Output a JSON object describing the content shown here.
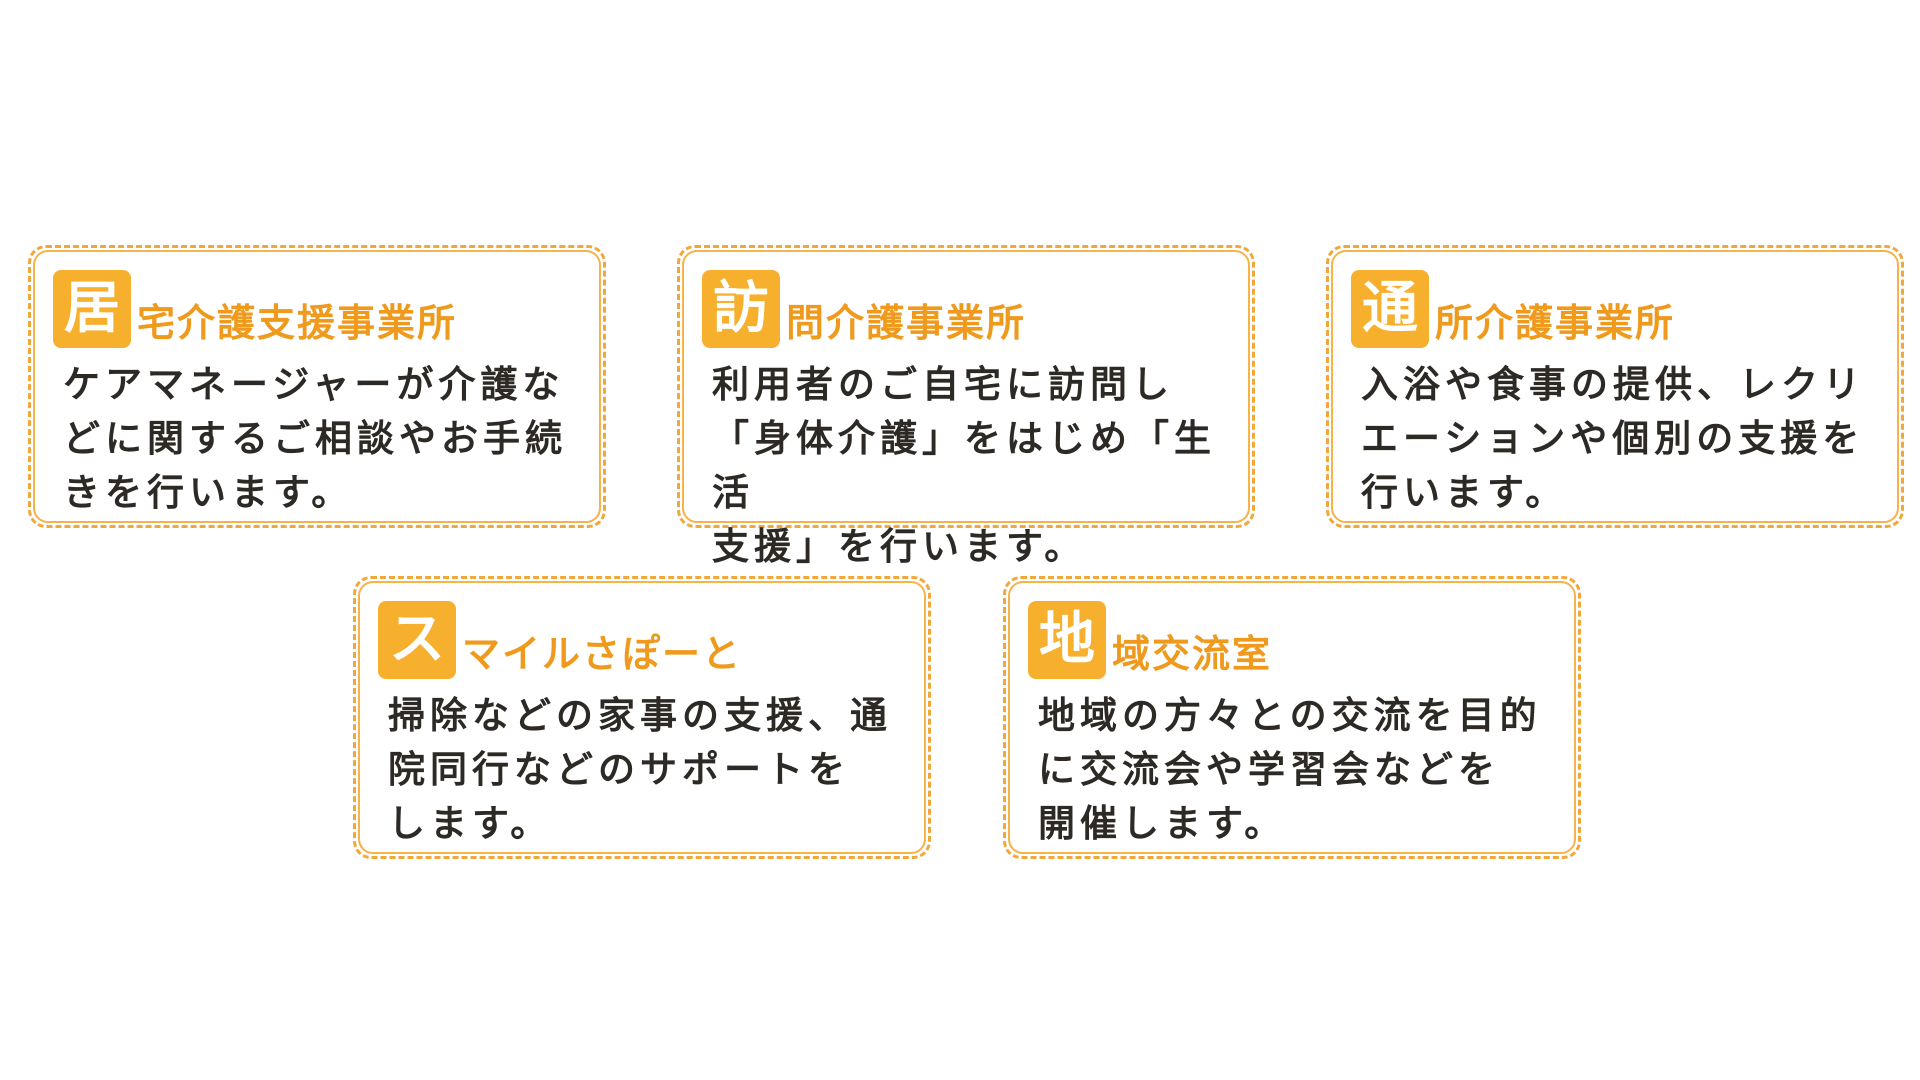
{
  "cards": [
    {
      "badge": "居",
      "title_rest": "宅介護支援事業所",
      "description": "ケアマネージャーが介護な\nどに関するご相談やお手続\nきを行います。"
    },
    {
      "badge": "訪",
      "title_rest": "問介護事業所",
      "description": "利用者のご自宅に訪問し\n「身体介護」をはじめ「生活\n支援」を行います。"
    },
    {
      "badge": "通",
      "title_rest": "所介護事業所",
      "description": "入浴や食事の提供、レクリ\nエーションや個別の支援を\n行います。"
    },
    {
      "badge": "ス",
      "title_rest": "マイルさぽーと",
      "description": "掃除などの家事の支援、通\n院同行などのサポートを\nします。"
    },
    {
      "badge": "地",
      "title_rest": "域交流室",
      "description": "地域の方々との交流を目的\nに交流会や学習会などを\n開催します。"
    }
  ],
  "colors": {
    "accent": "#f6b02e",
    "title_text": "#ef9a1d",
    "border": "#f0a83a",
    "body_text": "#2d2a26"
  }
}
